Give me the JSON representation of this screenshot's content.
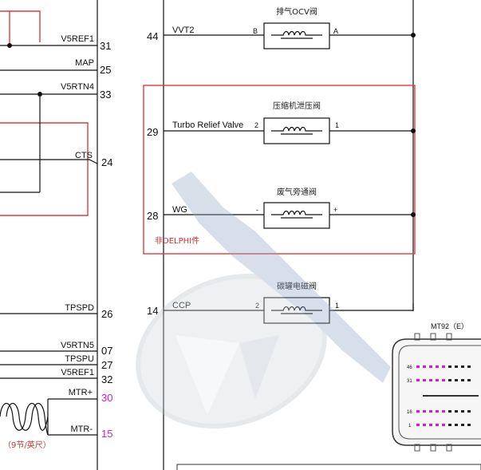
{
  "left_signals": [
    {
      "name": "V5REF1",
      "pin": "31"
    },
    {
      "name": "MAP",
      "pin": "25"
    },
    {
      "name": "V5RTN4",
      "pin": "33"
    },
    {
      "name": "CTS",
      "pin": "24"
    },
    {
      "name": "TPSPD",
      "pin": "26"
    },
    {
      "name": "V5RTN5",
      "pin": "07"
    },
    {
      "name": "TPSPU",
      "pin": "27"
    },
    {
      "name": "V5REF1",
      "pin": "32"
    },
    {
      "name": "MTR+",
      "pin": "30"
    },
    {
      "name": "MTR-",
      "pin": "15"
    }
  ],
  "motor_note": "（9节/英尺）",
  "actuators": [
    {
      "pin": "44",
      "signal": "VVT2",
      "title": "排气OCV阀",
      "left_terminal": "B",
      "right_terminal": "A"
    },
    {
      "pin": "29",
      "signal": "Turbo Relief Valve",
      "title": "压缩机泄压阀",
      "left_terminal": "2",
      "right_terminal": "1"
    },
    {
      "pin": "28",
      "signal": "WG",
      "title": "废气旁通阀",
      "left_terminal": "-",
      "right_terminal": "+"
    },
    {
      "pin": "14",
      "signal": "CCP",
      "title": "碳罐电磁阀",
      "left_terminal": "2",
      "right_terminal": "1"
    }
  ],
  "red_box_label": "非DELPHI件",
  "connector": {
    "label": "MT92（E）",
    "row_labels": [
      "46",
      "31",
      "16",
      "1"
    ]
  },
  "colors": {
    "wire": "#111111",
    "red_box": "#e23b3b",
    "motor_pin": "#d21dd2",
    "connector_pin": "#d21dd2"
  }
}
